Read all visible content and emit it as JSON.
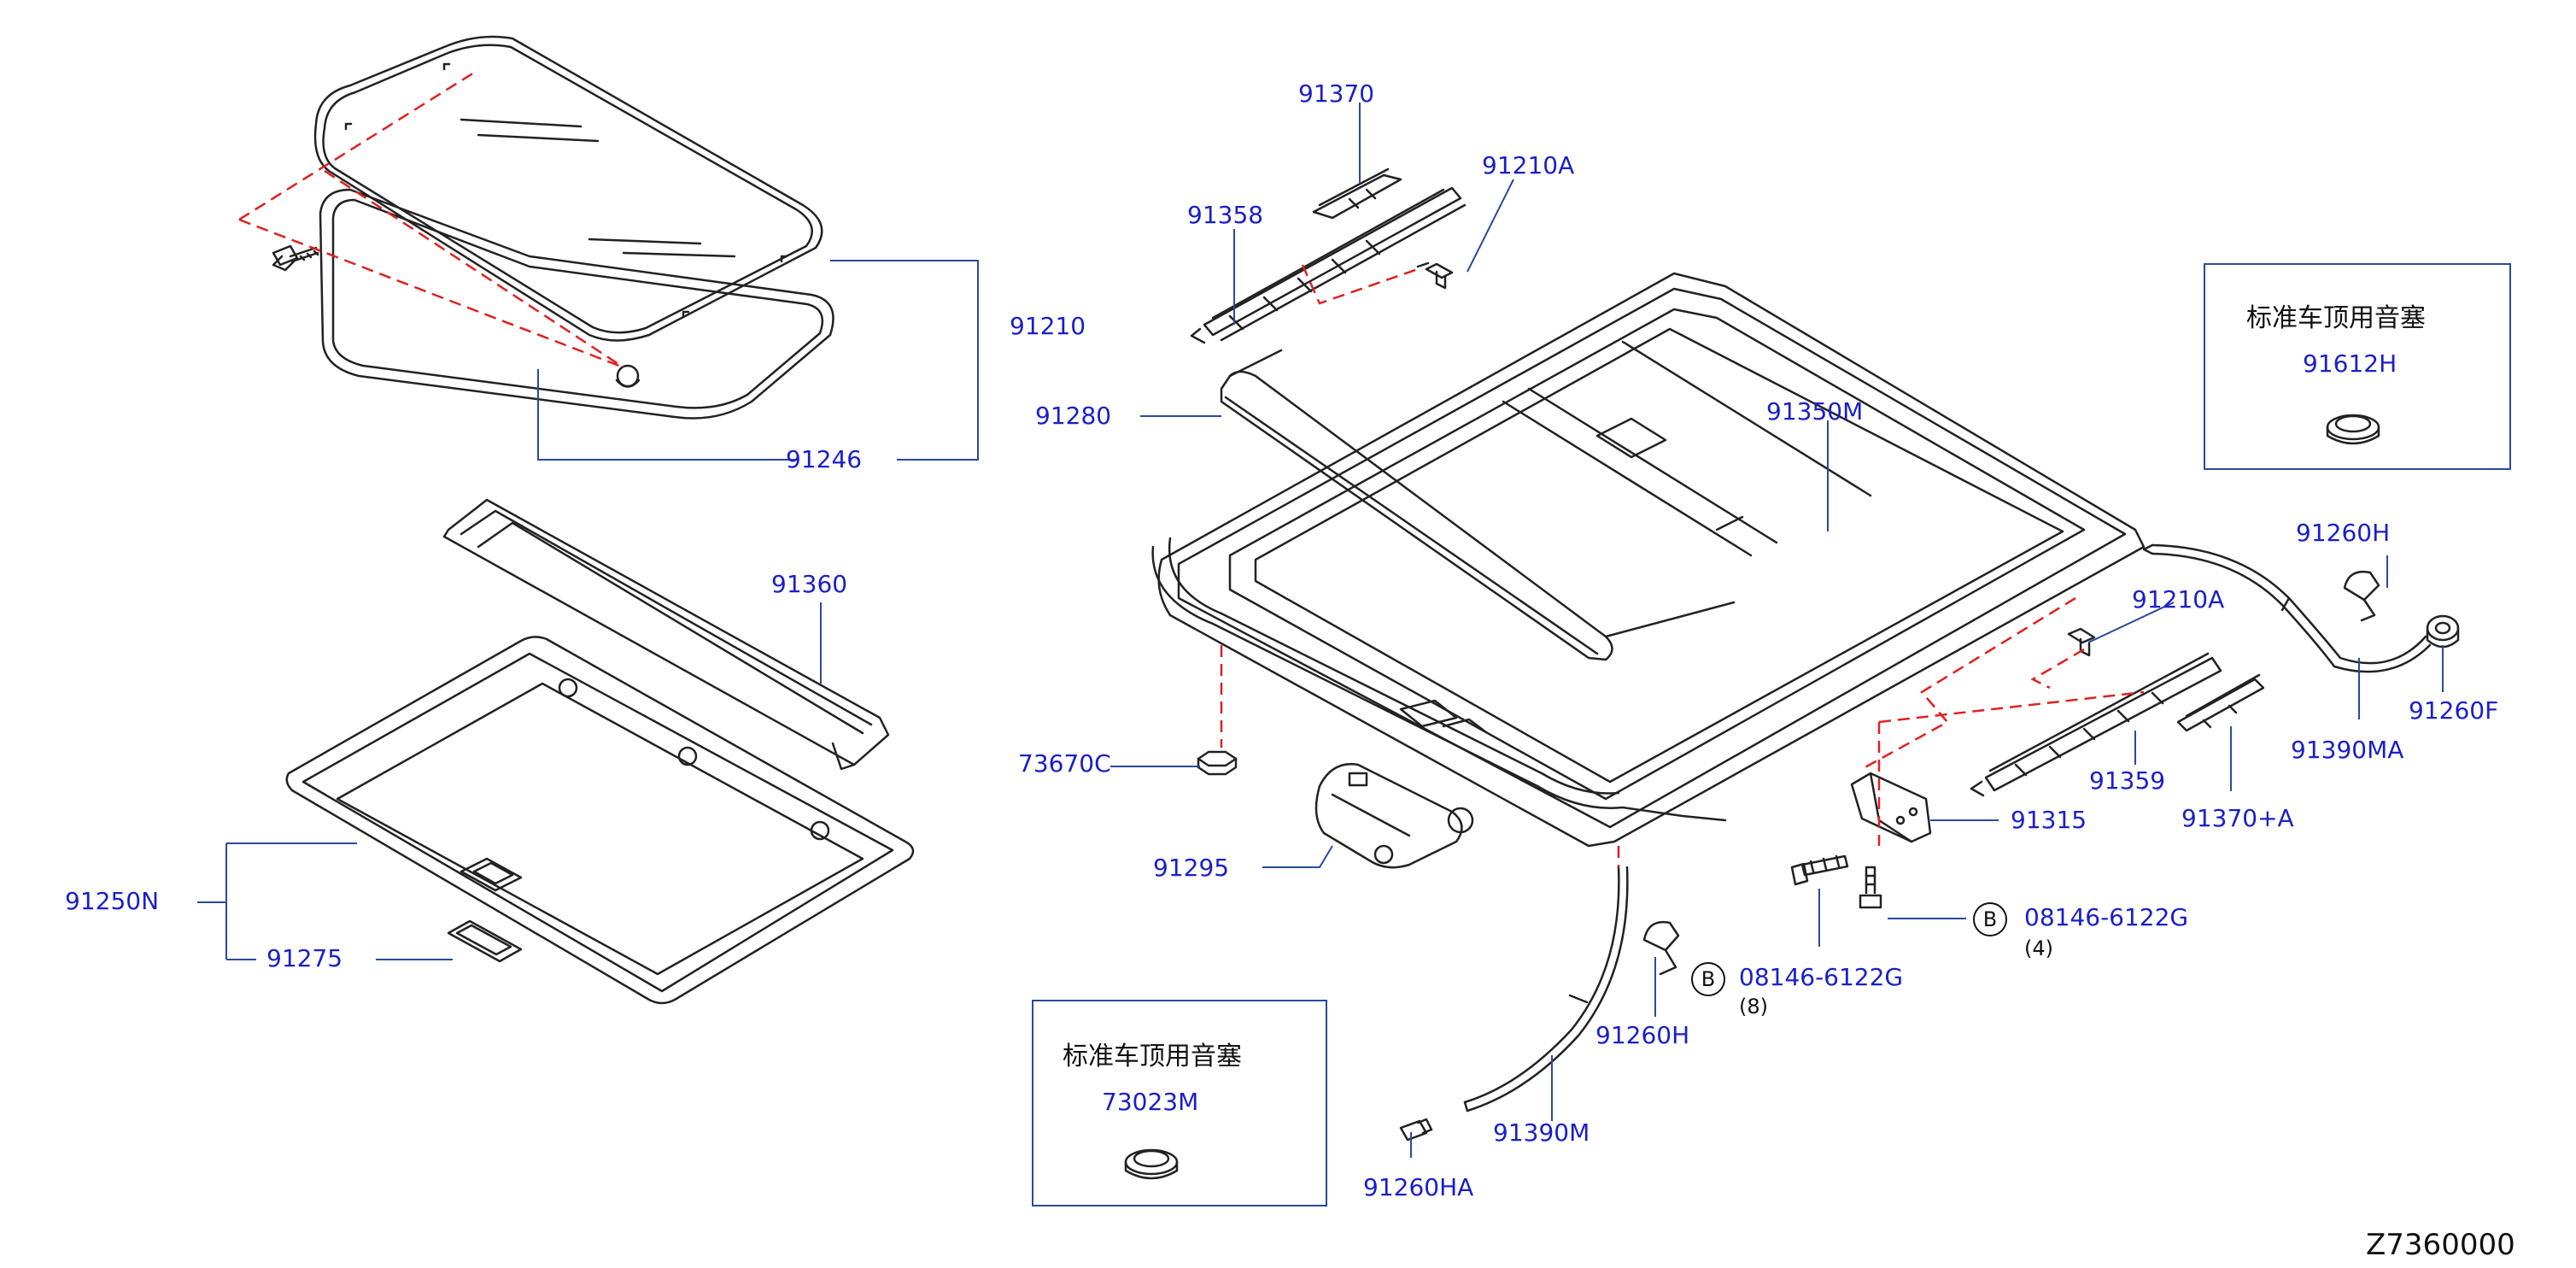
{
  "diagram_code": "Z7360000",
  "parts": {
    "p91370": "91370",
    "p91210A_top": "91210A",
    "p91358": "91358",
    "p91210": "91210",
    "p91280": "91280",
    "p91246": "91246",
    "p91350M": "91350M",
    "p91360": "91360",
    "p91260H_right": "91260H",
    "p91210A_right": "91210A",
    "p73670C": "73670C",
    "p91359": "91359",
    "p91260F": "91260F",
    "p91390MA": "91390MA",
    "p91370A": "91370+A",
    "p91315": "91315",
    "p91295": "91295",
    "p91250N": "91250N",
    "p91275": "91275",
    "p08146_right": "08146-6122G",
    "p08146_left": "08146-6122G",
    "p91260H_bottom": "91260H",
    "p91390M": "91390M",
    "p91260HA": "91260HA"
  },
  "quantities": {
    "q_right": "(4)",
    "q_left": "(8)"
  },
  "bolt_marker": "B",
  "inset_boxes": {
    "top_right": {
      "note": "标准车顶用音塞",
      "part": "91612H"
    },
    "bottom": {
      "note": "标准车顶用音塞",
      "part": "73023M"
    }
  },
  "colors": {
    "label": "#1a1fc8",
    "leader": "#2a4a9a",
    "dashed": "#e02020",
    "drawing": "#222222"
  }
}
